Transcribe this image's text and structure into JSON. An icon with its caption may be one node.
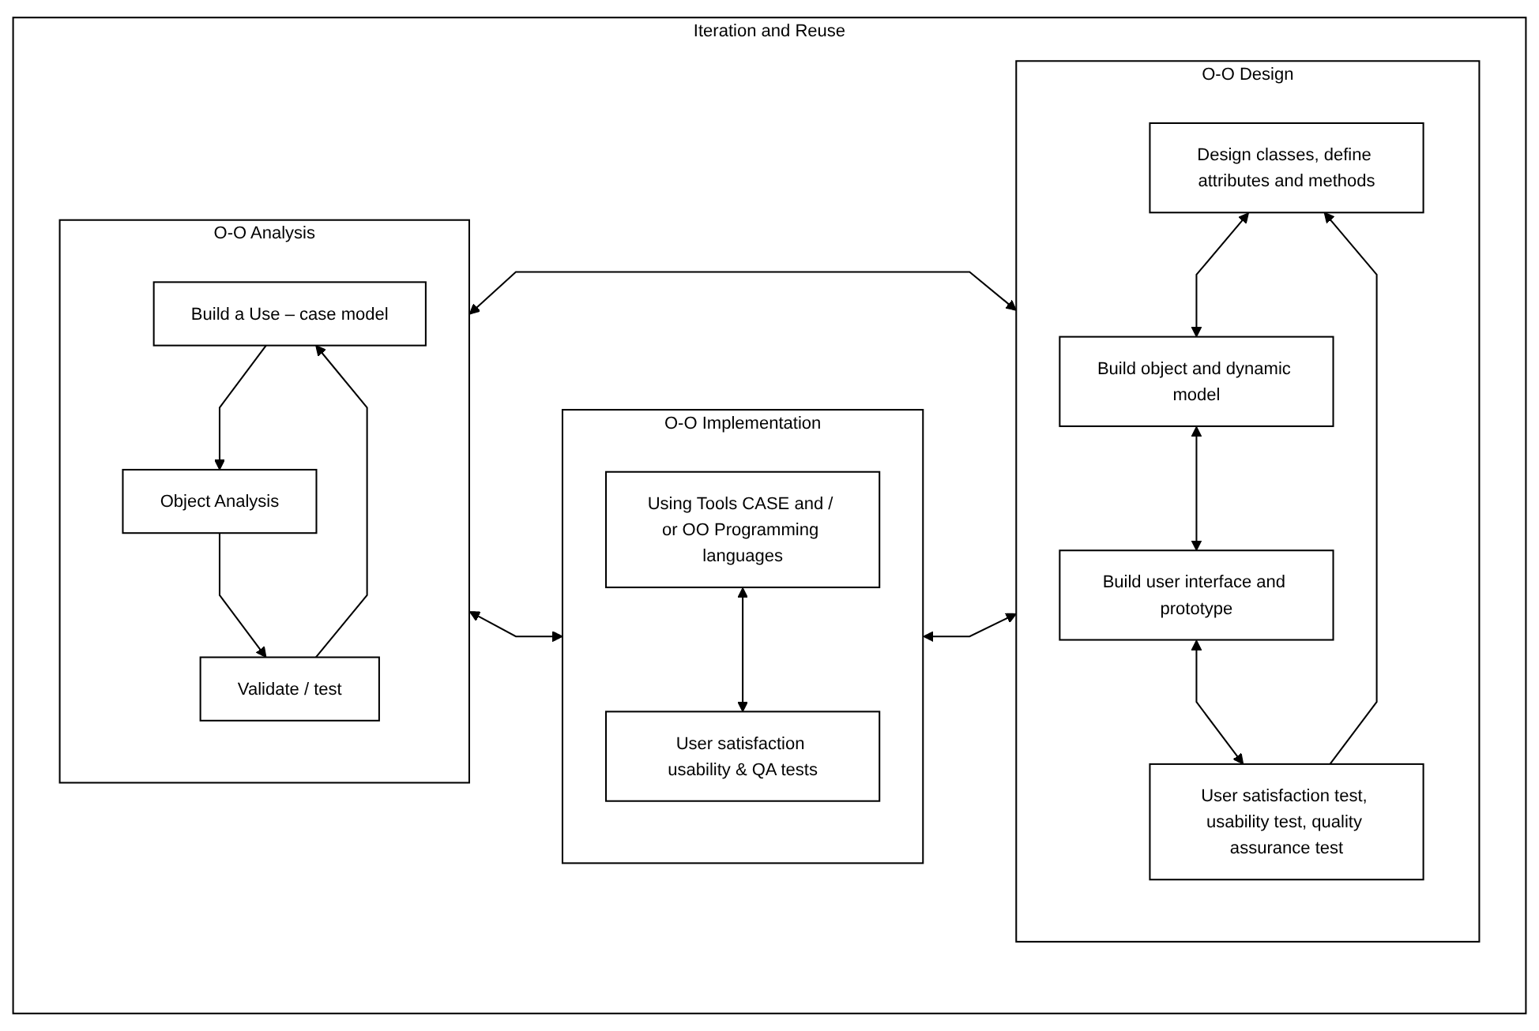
{
  "diagram": {
    "nodes": [
      {
        "text": [
          "Iteration and Reuse"
        ]
      },
      {
        "text": [
          "O-O Analysis"
        ],
        "in": 0
      },
      {
        "text": [
          "Build a Use – case model"
        ],
        "in": 1
      },
      {
        "text": [
          "Object Analysis"
        ],
        "in": 1
      },
      {
        "text": [
          "Validate / test"
        ],
        "in": 1
      },
      {
        "text": [
          "O-O Implementation"
        ],
        "in": 0
      },
      {
        "text": [
          "Using Tools CASE and / or OO Programming languages"
        ],
        "in": 5
      },
      {
        "text": [
          "User satisfaction usability & QA tests"
        ],
        "in": 5
      },
      {
        "text": [
          "O-O Design"
        ],
        "in": 0
      },
      {
        "text": [
          "Design classes, define attributes and methods"
        ],
        "in": 8
      },
      {
        "text": [
          "Build object and dynamic model"
        ],
        "in": 8
      },
      {
        "text": [
          "Build user interface and prototype"
        ],
        "in": 8
      },
      {
        "text": [
          "User satisfaction test, usability test, quality assurance test"
        ],
        "in": 8
      }
    ],
    "edges": [
      {
        "from": 2,
        "to": 3,
        "arrow": "to"
      },
      {
        "from": 3,
        "to": 4,
        "arrow": "to"
      },
      {
        "from": 4,
        "to": 2,
        "arrow": "to"
      },
      {
        "from": 1,
        "to": 5,
        "arrow": "both"
      },
      {
        "from": 1,
        "to": 8,
        "arrow": "both"
      },
      {
        "from": 5,
        "to": 8,
        "arrow": "both"
      },
      {
        "from": 6,
        "to": 7,
        "arrow": "both"
      },
      {
        "from": 9,
        "to": 10,
        "arrow": "both"
      },
      {
        "from": 10,
        "to": 11,
        "arrow": "both"
      },
      {
        "from": 11,
        "to": 12,
        "arrow": "both"
      },
      {
        "from": 12,
        "to": 9,
        "arrow": "to"
      }
    ]
  }
}
